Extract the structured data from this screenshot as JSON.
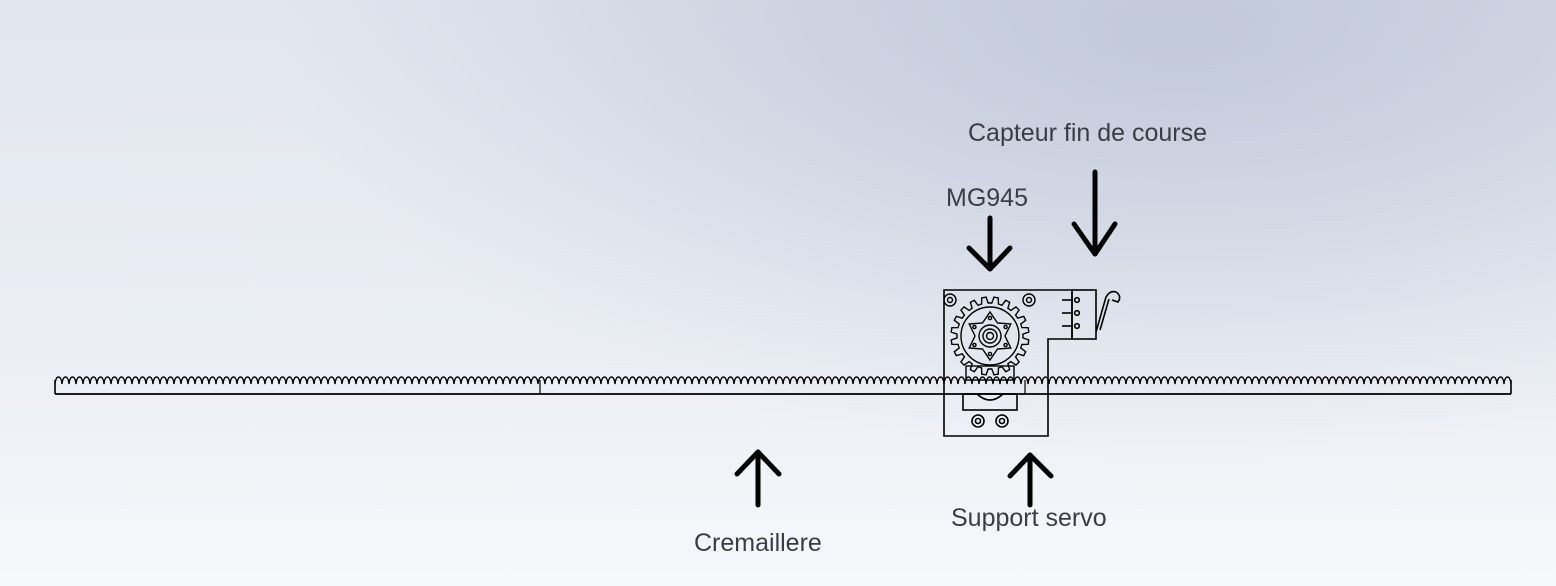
{
  "labels": {
    "capteur": "Capteur fin de course",
    "servo": "MG945",
    "rack": "Cremaillere",
    "support": "Support servo"
  },
  "colors": {
    "line": "#000000",
    "text": "#3a3d45",
    "background_top": "#d3d8e4",
    "background_bottom": "#ffffff"
  }
}
